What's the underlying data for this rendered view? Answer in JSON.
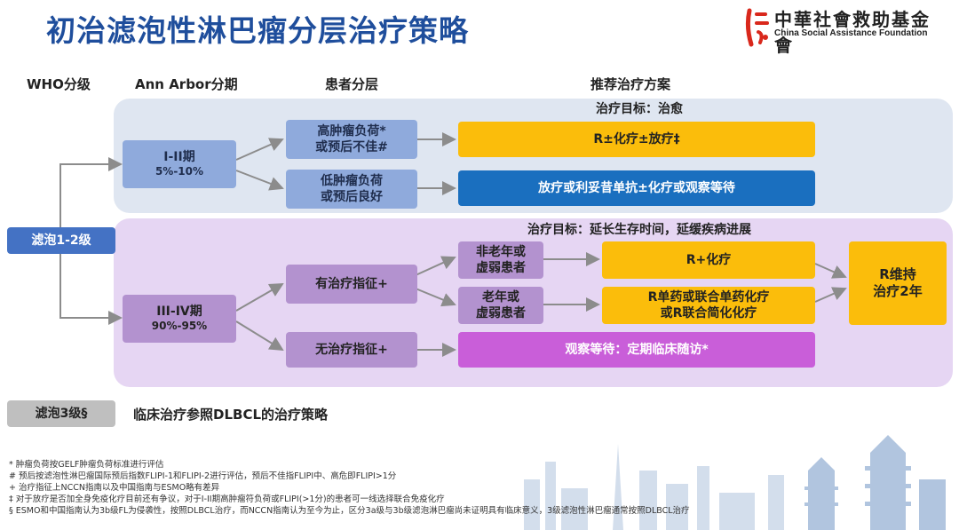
{
  "title": "初治滤泡性淋巴瘤分层治疗策略",
  "logo": {
    "name_cn": "中華社會救助基金會",
    "name_en": "China Social Assistance Foundation"
  },
  "headers": {
    "who": "WHO分级",
    "ann_arbor": "Ann Arbor分期",
    "patient": "患者分层",
    "treatment": "推荐治疗方案"
  },
  "grade12": "滤泡1-2级",
  "top": {
    "goal": "治疗目标：治愈",
    "stage": {
      "label": "I-II期",
      "pct": "5%-10%"
    },
    "high": "高肿瘤负荷*\n或预后不佳#",
    "low": "低肿瘤负荷\n或预后良好",
    "rx_high": "R±化疗±放疗‡",
    "rx_low": "放疗或利妥昔单抗±化疗或观察等待"
  },
  "bottom": {
    "goal": "治疗目标：延长生存时间，延缓疾病进展",
    "stage": {
      "label": "III-IV期",
      "pct": "90%-95%"
    },
    "indicated": "有治疗指征+",
    "not_indicated": "无治疗指征+",
    "young": "非老年或\n虚弱患者",
    "old": "老年或\n虚弱患者",
    "rx_young": "R+化疗",
    "rx_old": "R单药或联合单药化疗\n或R联合简化化疗",
    "maintenance": "R维持\n治疗2年",
    "watch": "观察等待：定期临床随访*"
  },
  "grade3": {
    "label": "滤泡3级§",
    "text": "临床治疗参照DLBCL的治疗策略"
  },
  "footnotes": [
    "* 肿瘤负荷按GELF肿瘤负荷标准进行评估",
    "# 预后按滤泡性淋巴瘤国际预后指数FLIPI-1和FLIPI-2进行评估，预后不佳指FLIPI中、高危即FLIPI>1分",
    "+ 治疗指征上NCCN指南以及中国指南与ESMO略有差异",
    "‡ 对于放疗是否加全身免疫化疗目前还有争议，对于I-II期高肿瘤符负荷或FLIPI(>1分)的患者可一线选择联合免疫化疗",
    "§ ESMO和中国指南认为3b级FL为侵袭性，按照DLBCL治疗，而NCCN指南认为至今为止，区分3a级与3b级滤泡淋巴瘤尚未证明具有临床意义，3级滤泡性淋巴瘤通常按照DLBCL治疗"
  ],
  "colors": {
    "title": "#1f4e9c",
    "panel_top": "#dfe6f1",
    "panel_bottom": "#e6d6f3",
    "gold": "#fbbd0b",
    "blue_strong": "#1a6fbf",
    "purple_strong": "#c95ed9",
    "logo_red": "#d9281c"
  }
}
